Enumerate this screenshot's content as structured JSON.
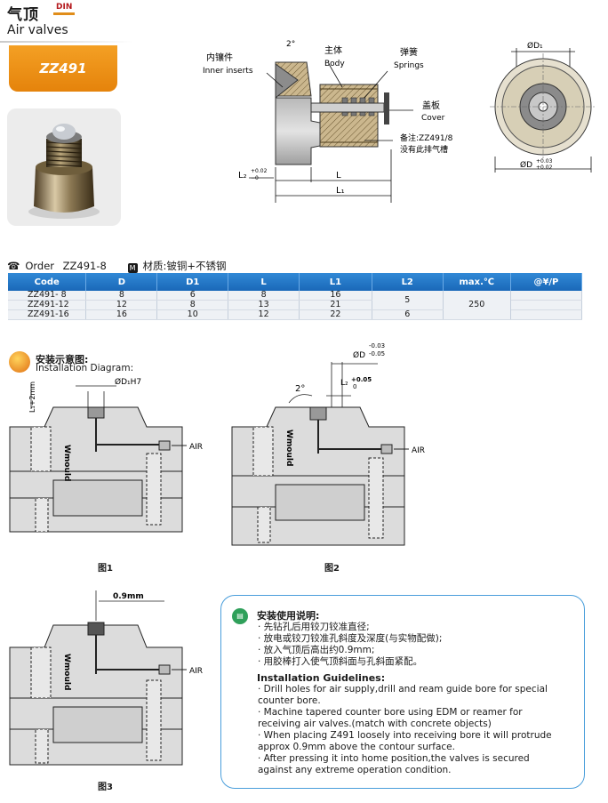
{
  "header": {
    "title_cn": "气顶",
    "din_badge": "DIN",
    "title_en": "Air valves",
    "product_code": "ZZ491"
  },
  "drawing": {
    "label_inner_cn": "内镶件",
    "label_inner_en": "Inner inserts",
    "label_angle": "2°",
    "label_body_cn": "主体",
    "label_body_en": "Body",
    "label_spring_cn": "弹簧",
    "label_spring_en": "Springs",
    "label_cover_cn": "盖板",
    "label_cover_en": "Cover",
    "note_line1": "备注:ZZ491/8",
    "note_line2": "没有此排气槽",
    "dim_L2": "L₂",
    "dim_L2_tol_upper": "+0.02",
    "dim_L2_tol_lower": "−0",
    "dim_L": "L",
    "dim_L1": "L₁",
    "dim_D1": "ØD₁",
    "dim_D": "ØD",
    "dim_D_tol_upper": "+0.03",
    "dim_D_tol_lower": "+0.02"
  },
  "order": {
    "order_label": "Order",
    "order_code": "ZZ491-8",
    "material_icon": "M",
    "material_text": "材质:铍铜+不锈钢"
  },
  "table": {
    "headers": [
      "Code",
      "D",
      "D1",
      "L",
      "L1",
      "L2",
      "max.℃",
      "@¥/P"
    ],
    "rows": [
      {
        "code": "ZZ491- 8",
        "D": "8",
        "D1": "6",
        "L": "8",
        "L1": "16"
      },
      {
        "code": "ZZ491-12",
        "D": "12",
        "D1": "8",
        "L": "13",
        "L1": "21"
      },
      {
        "code": "ZZ491-16",
        "D": "16",
        "D1": "10",
        "L": "12",
        "L1": "22"
      }
    ],
    "L2_merged": "5",
    "L2_row3": "6",
    "max_temp": "250"
  },
  "installation": {
    "title_cn": "安装示意图:",
    "title_en": "Installation Diagram:",
    "fig1_dim_L1": "L₁+2mm",
    "fig1_dim_D1": "ØD₁H7",
    "fig2_dim_D": "ØD",
    "fig2_dim_D_upper": "-0.03",
    "fig2_dim_D_lower": "-0.05",
    "fig2_angle": "2°",
    "fig2_dim_L2": "L₂",
    "fig2_dim_L2_upper": "+0.05",
    "fig2_dim_L2_lower": "0",
    "fig3_dim": "0.9mm",
    "air_label": "AIR",
    "brand": "Wmould",
    "fig1_label": "图1",
    "fig2_label": "图2",
    "fig3_label": "图3"
  },
  "guidelines": {
    "title_cn": "安装使用说明:",
    "items_cn": [
      "· 先钻孔后用铰刀铰准直径;",
      "· 放电或铰刀铰准孔斜度及深度(与实物配做);",
      "· 放入气顶后高出约0.9mm;",
      "· 用胶棒打入使气顶斜面与孔斜面紧配。"
    ],
    "title_en": "Installation Guidelines:",
    "items_en": [
      "· Drill holes for air supply,drill and ream guide bore for special",
      "  counter bore.",
      "· Machine tapered counter bore using EDM or reamer for",
      "  receiving air valves.(match with concrete objects)",
      "· When placing Z491 loosely into receiving bore it will protrude",
      "  approx 0.9mm above the contour surface.",
      "· After pressing it into home position,the valves is secured",
      "  against any extreme operation condition."
    ]
  },
  "colors": {
    "accent_orange": "#e5830b",
    "table_header_blue": "#1a68b8",
    "box_border_blue": "#4a9edb"
  }
}
